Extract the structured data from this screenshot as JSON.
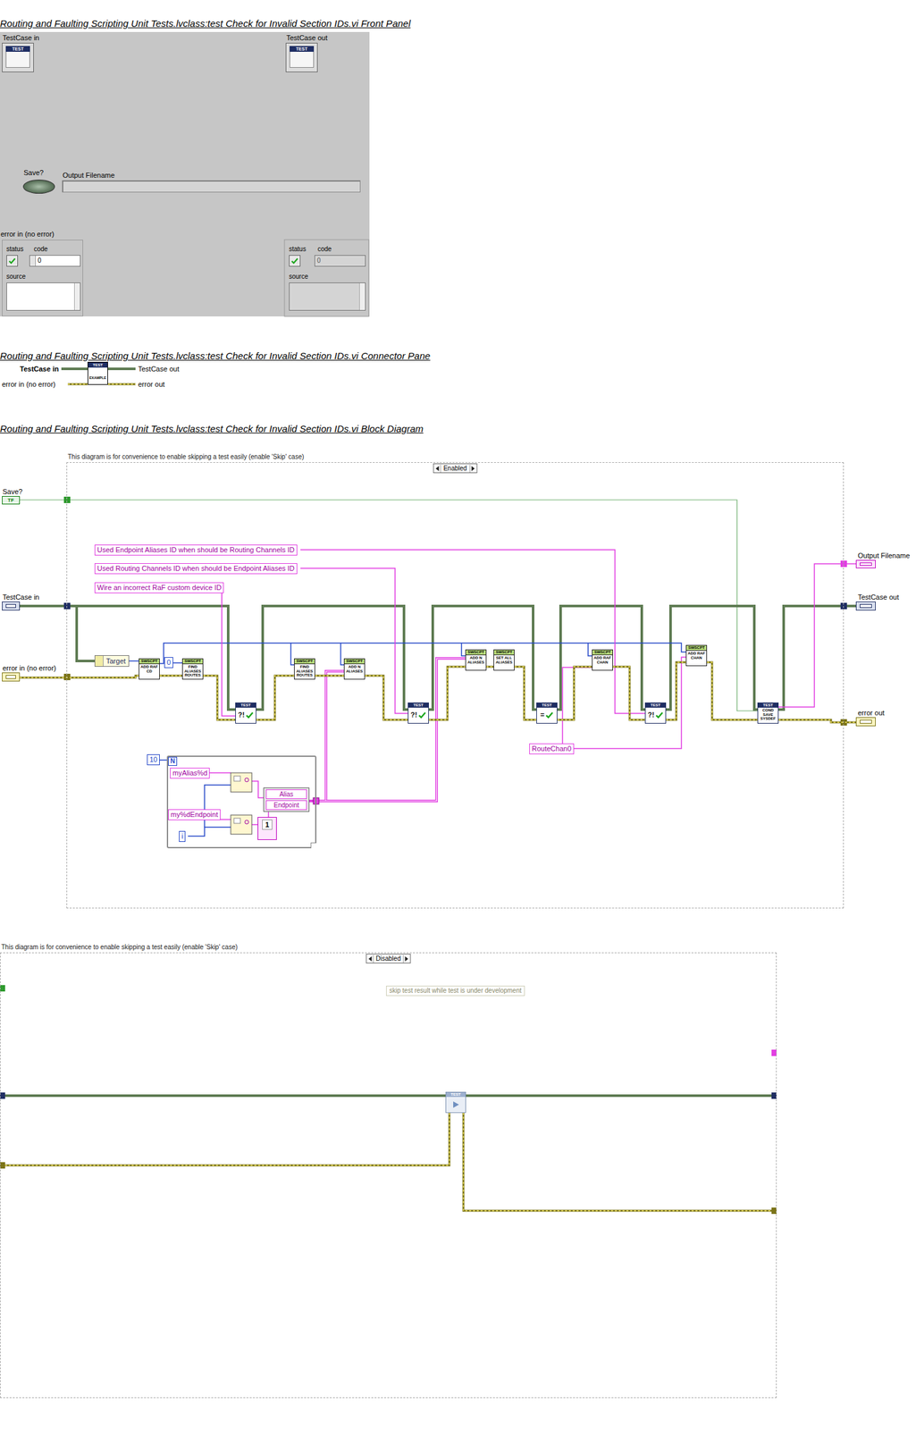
{
  "diagram": {
    "nodes": [
      {
        "text": [
          "TestCase in",
          "TEST"
        ]
      },
      {
        "text": [
          "TestCase out",
          "TEST"
        ]
      },
      {
        "text": [
          "Save?"
        ]
      },
      {
        "text": [
          "Output Filename"
        ]
      },
      {
        "text": [
          "error in (no error)"
        ]
      },
      {
        "text": [
          "status"
        ],
        "in": 4
      },
      {
        "text": [
          "code",
          "0"
        ],
        "in": 4
      },
      {
        "text": [
          "source"
        ],
        "in": 4
      },
      {
        "text": [
          "status"
        ]
      },
      {
        "text": [
          "code",
          "0"
        ]
      },
      {
        "text": [
          "source"
        ]
      },
      {
        "text": [
          "TEST",
          "EXAMPLE"
        ]
      },
      {
        "text": [
          "This diagram is for convenience to enable skipping a test easily (enable 'Skip' case)",
          "Enabled"
        ]
      },
      {
        "text": [
          "Save?",
          "TF"
        ]
      },
      {
        "text": [
          "TestCase in"
        ]
      },
      {
        "text": [
          "error in (no error)"
        ]
      },
      {
        "text": [
          "Output Filename"
        ]
      },
      {
        "text": [
          "TestCase out"
        ]
      },
      {
        "text": [
          "error out"
        ]
      },
      {
        "text": [
          "Used Endpoint Aliases ID when should be Routing Channels ID"
        ],
        "in": 12
      },
      {
        "text": [
          "Used Routing Channels ID when should be Endpoint Aliases ID"
        ],
        "in": 12
      },
      {
        "text": [
          "Wire an incorrect RaF custom device ID"
        ],
        "in": 12
      },
      {
        "text": [
          "Target"
        ],
        "in": 12
      },
      {
        "text": [
          "SWSCPT",
          "ADD RAF CD"
        ],
        "in": 12
      },
      {
        "text": [
          "0"
        ],
        "in": 12
      },
      {
        "text": [
          "SWSCPT",
          "FIND ALIASES ROUTES"
        ],
        "in": 12
      },
      {
        "text": [
          "TEST",
          "?!"
        ],
        "in": 12
      },
      {
        "text": [
          "SWSCPT",
          "FIND ALIASES ROUTES"
        ],
        "in": 12
      },
      {
        "text": [
          "SWSCPT",
          "ADD N ALIASES"
        ],
        "in": 12
      },
      {
        "text": [
          "TEST",
          "?!"
        ],
        "in": 12
      },
      {
        "text": [
          "SWSCPT",
          "ADD N ALIASES"
        ],
        "in": 12
      },
      {
        "text": [
          "SWSCPT",
          "SET ALL ALIASES"
        ],
        "in": 12
      },
      {
        "text": [
          "TEST",
          "="
        ],
        "in": 12
      },
      {
        "text": [
          "SWSCPT",
          "ADD RAF CHAN"
        ],
        "in": 12
      },
      {
        "text": [
          "TEST",
          "?!"
        ],
        "in": 12
      },
      {
        "text": [
          "SWSCPT",
          "ADD RAF CHAN"
        ],
        "in": 12
      },
      {
        "text": [
          "TEST",
          "COND SAVE SYSDEF"
        ],
        "in": 12
      },
      {
        "text": [
          "RouteChan0"
        ],
        "in": 12
      },
      {
        "text": [
          "10"
        ],
        "in": 12
      },
      {
        "text": [
          "N"
        ],
        "in": 12
      },
      {
        "text": [
          "myAlias%d"
        ],
        "in": 39
      },
      {
        "text": [
          "my%dEndpoint"
        ],
        "in": 39
      },
      {
        "text": [
          "i"
        ],
        "in": 39
      },
      {
        "text": [
          "Alias",
          "Endpoint"
        ],
        "in": 39
      },
      {
        "text": [
          "1"
        ],
        "in": 39
      },
      {
        "text": [
          "This diagram is for convenience to enable skipping a test easily (enable 'Skip' case)",
          "Disabled"
        ]
      },
      {
        "text": [
          "skip test result while test is under development"
        ],
        "in": 45
      },
      {
        "text": [
          "TEST"
        ],
        "in": 45
      }
    ],
    "edges": [
      {
        "from": 15,
        "to": 23,
        "arrow": "none"
      },
      {
        "from": 23,
        "to": 25,
        "arrow": "none"
      },
      {
        "from": 25,
        "to": 26,
        "arrow": "none"
      },
      {
        "from": 26,
        "to": 27,
        "arrow": "none"
      },
      {
        "from": 27,
        "to": 28,
        "arrow": "none"
      },
      {
        "from": 28,
        "to": 29,
        "arrow": "none"
      },
      {
        "from": 29,
        "to": 30,
        "arrow": "none"
      },
      {
        "from": 30,
        "to": 31,
        "arrow": "none"
      },
      {
        "from": 31,
        "to": 32,
        "arrow": "none"
      },
      {
        "from": 32,
        "to": 33,
        "arrow": "none"
      },
      {
        "from": 33,
        "to": 34,
        "arrow": "none"
      },
      {
        "from": 34,
        "to": 35,
        "arrow": "none"
      },
      {
        "from": 35,
        "to": 36,
        "arrow": "none"
      },
      {
        "from": 36,
        "to": 18,
        "arrow": "none"
      }
    ],
    "labels": [
      "Routing and Faulting Scripting Unit Tests.lvclass:test Check for Invalid Section IDs.vi Front Panel",
      "Routing and Faulting Scripting Unit Tests.lvclass:test Check for Invalid Section IDs.vi Connector Pane",
      "Routing and Faulting Scripting Unit Tests.lvclass:test Check for Invalid Section IDs.vi Block Diagram",
      "TestCase in",
      "TestCase out",
      "error in (no error)",
      "error out"
    ]
  }
}
